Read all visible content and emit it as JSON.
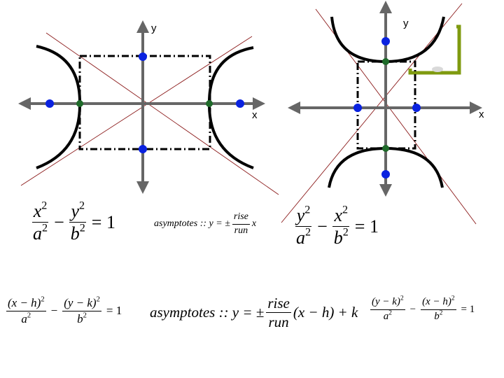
{
  "graph_left": {
    "y_axis_label": "y",
    "x_axis_label": "x"
  },
  "graph_right": {
    "y_axis_label": "y",
    "x_axis_label": "x"
  },
  "eq_horizontal": {
    "num1": "x",
    "num1_exp": "2",
    "den1": "a",
    "den1_exp": "2",
    "minus": "−",
    "num2": "y",
    "num2_exp": "2",
    "den2": "b",
    "den2_exp": "2",
    "rhs": "= 1"
  },
  "asymptote_simple": {
    "prefix": "asymptotes :: y = ±",
    "num": "rise",
    "den": "run",
    "suffix": "x"
  },
  "eq_vertical": {
    "num1": "y",
    "num1_exp": "2",
    "den1": "a",
    "den1_exp": "2",
    "minus": "−",
    "num2": "x",
    "num2_exp": "2",
    "den2": "b",
    "den2_exp": "2",
    "rhs": "= 1"
  },
  "eq_shift_horizontal": {
    "num1": "(x − h)",
    "num1_exp": "2",
    "den1": "a",
    "den1_exp": "2",
    "minus": "−",
    "num2": "(y − k)",
    "num2_exp": "2",
    "den2": "b",
    "den2_exp": "2",
    "rhs": "= 1"
  },
  "asymptote_shift": {
    "prefix": "asymptotes :: y = ±",
    "num": "rise",
    "den": "run",
    "suffix": "(x − h) + k"
  },
  "eq_shift_vertical": {
    "num1": "(y − k)",
    "num1_exp": "2",
    "den1": "a",
    "den1_exp": "2",
    "minus": "−",
    "num2": "(x − h)",
    "num2_exp": "2",
    "den2": "b",
    "den2_exp": "2",
    "rhs": "= 1"
  },
  "colors": {
    "axis": "#666666",
    "curve": "#000000",
    "asymptote": "#8b1a1a",
    "vertex_dot": "#1f6b2a",
    "focus_dot": "#0a22e0",
    "accent_box": "#7f9a10"
  }
}
